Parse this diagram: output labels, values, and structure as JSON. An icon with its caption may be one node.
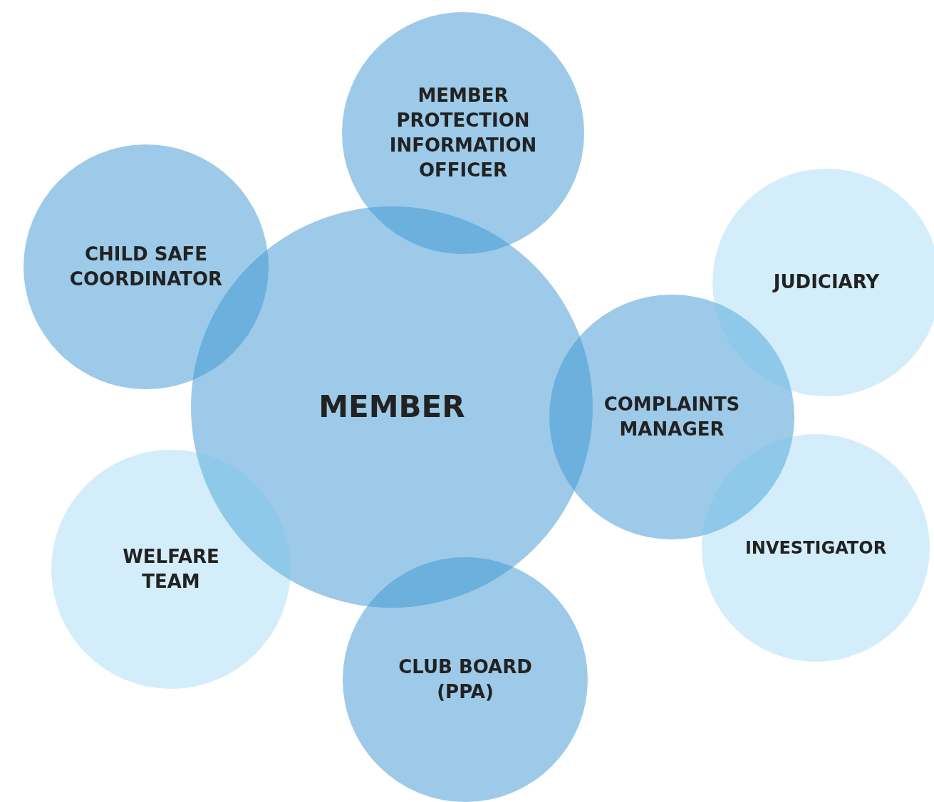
{
  "diagram": {
    "nodes": [
      {
        "text": [
          "MEMBER PROTECTION INFORMATION OFFICER"
        ]
      },
      {
        "text": [
          "CHILD SAFE COORDINATOR"
        ]
      },
      {
        "text": [
          "JUDICIARY"
        ]
      },
      {
        "text": [
          "MEMBER"
        ]
      },
      {
        "text": [
          "COMPLAINTS MANAGER"
        ]
      },
      {
        "text": [
          "WELFARE TEAM"
        ]
      },
      {
        "text": [
          "INVESTIGATOR"
        ]
      },
      {
        "text": [
          "CLUB BOARD (PPA)"
        ]
      }
    ]
  }
}
